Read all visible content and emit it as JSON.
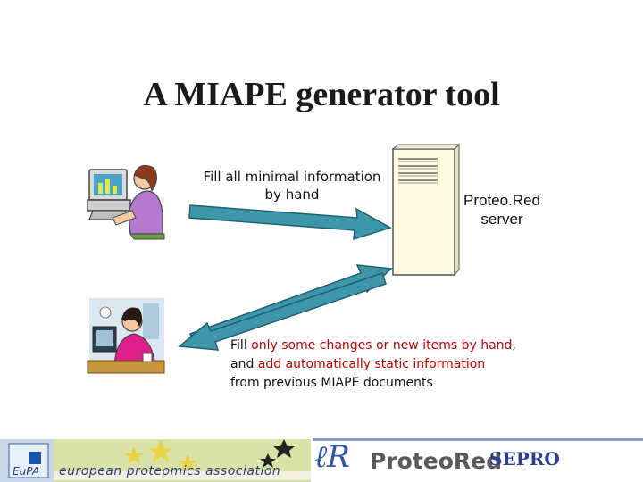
{
  "title": "A MIAPE generator tool",
  "manual_arrow_label": {
    "line1": "Fill all minimal information",
    "line2": "by hand"
  },
  "server_label": {
    "line1": "Proteo.Red",
    "line2": "server"
  },
  "auto_note": {
    "t1": "Fill ",
    "h1": "only some changes or new items by hand",
    "t2": ",",
    "t3": "and ",
    "h2": "add automatically static information",
    "t4": "from previous MIAPE documents"
  },
  "footer": {
    "eupa_logo_text": "EuPA",
    "eupa_name": "european proteomics association",
    "proteored_name": "ProteoRed",
    "sepro_name": "SEPRO"
  },
  "colors": {
    "arrow_fill": "#3d97a8",
    "arrow_stroke": "#1f5f74",
    "highlight": "#c00000",
    "server_fill": "#fffbe0"
  }
}
